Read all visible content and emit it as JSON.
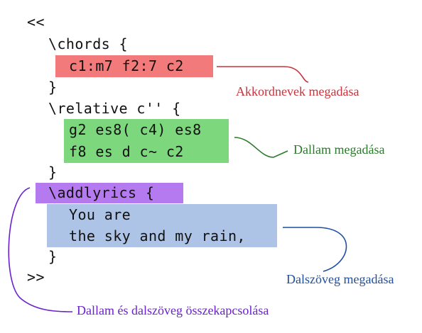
{
  "code": {
    "open": "<<",
    "chords_open": "\\chords {",
    "chords_body": "c1:m7 f2:7 c2",
    "close1": "}",
    "relative_open": "\\relative c'' {",
    "melody_line1": "g2 es8( c4) es8",
    "melody_line2": "f8 es d c~ c2",
    "close2": "}",
    "addlyrics_open": "\\addlyrics {",
    "lyrics_line1": "You are",
    "lyrics_line2": "the sky and my rain,",
    "close3": "}",
    "close_all": ">>"
  },
  "annotations": {
    "chords": "Akkordnevek megadása",
    "melody": "Dallam megadása",
    "lyrics": "Dalszöveg megadása",
    "link": "Dallam és dalszöveg összekapcsolása"
  },
  "colors": {
    "chords_box": "#f27a7a",
    "melody_box": "#7dd87d",
    "addlyrics_box": "#b57af0",
    "lyrics_box": "#aec4e6",
    "chords_text": "#c8323c",
    "melody_text": "#2a7a2a",
    "lyrics_text": "#1f4fa0",
    "link_text": "#6a1fd0"
  }
}
